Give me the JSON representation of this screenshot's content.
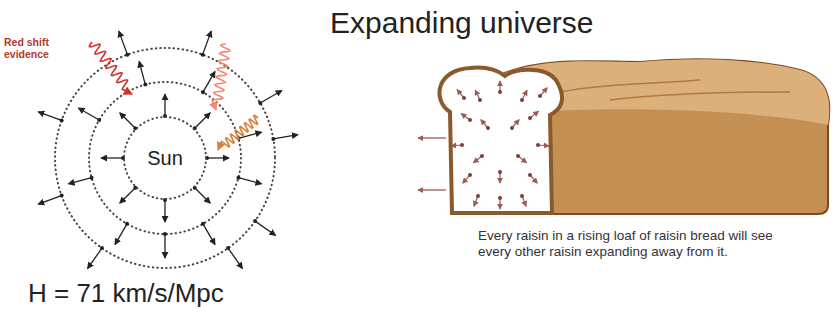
{
  "diagram": {
    "title": "Expanding universe",
    "nodes": [
      {
        "text": [
          "Sun"
        ]
      }
    ],
    "labels": [
      "Red shift evidence",
      "H = 71 km/s/Mpc",
      "Every raisin in a rising loaf of raisin bread will see every other raisin expanding away from it."
    ]
  }
}
